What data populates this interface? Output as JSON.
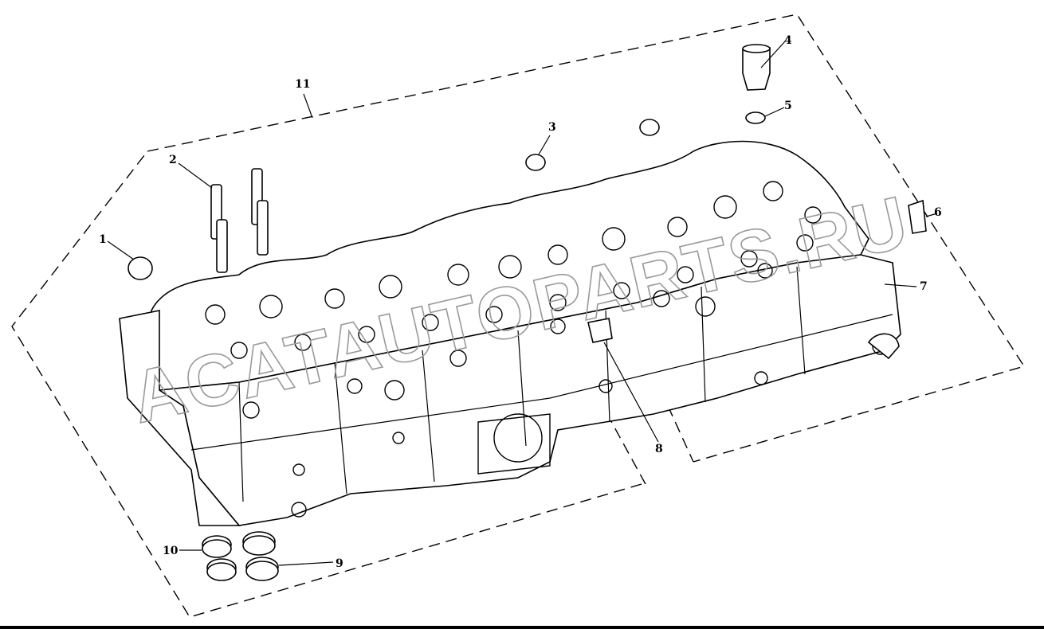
{
  "diagram": {
    "callouts": {
      "c1": "1",
      "c2": "2",
      "c3": "3",
      "c4": "4",
      "c5": "5",
      "c6": "6",
      "c7": "7",
      "c8": "8",
      "c9": "9",
      "c10": "10",
      "c11": "11"
    },
    "watermark": "ACATAUTOPARTS.RU"
  },
  "colors": {
    "line": "#000000",
    "background": "#ffffff",
    "watermark": "#9a9a9a"
  }
}
